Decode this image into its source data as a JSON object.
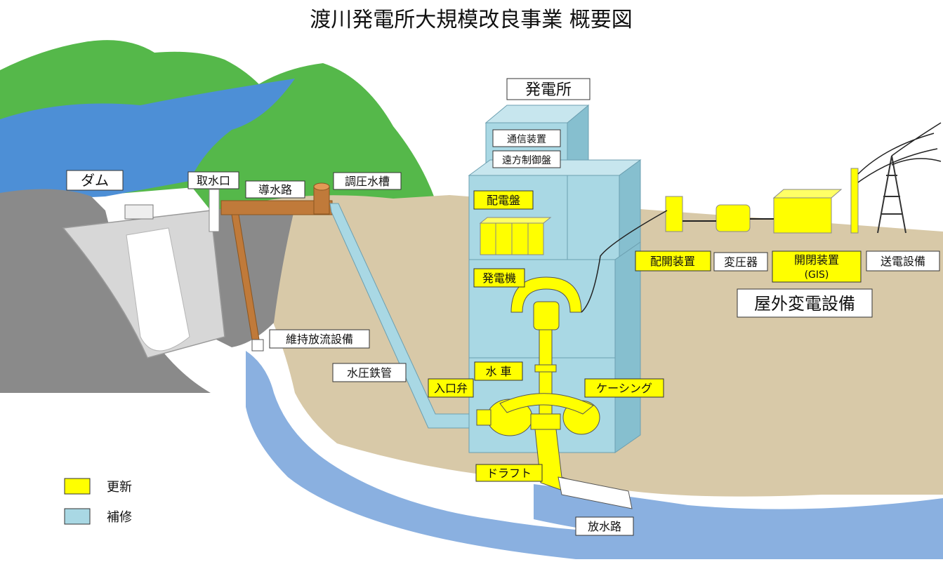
{
  "title": "渡川発電所大規模改良事業 概要図",
  "colors": {
    "update": "#ffff00",
    "repair": "#a9d8e4",
    "water": "#4d8fd6",
    "mountain": "#55b84a",
    "ground": "#d8c9a8",
    "rock": "#8a8a8a",
    "pipe": "#c07a3a",
    "building": "#a9d8e4"
  },
  "labels": {
    "dam": "ダム",
    "intake": "取水口",
    "headrace": "導水路",
    "surge_tank": "調圧水槽",
    "maintenance_discharge": "維持放流設備",
    "penstock": "水圧鉄管",
    "powerhouse": "発電所",
    "comm_equipment": "通信装置",
    "remote_control_panel": "遠方制御盤",
    "switchboard": "配電盤",
    "generator": "発電機",
    "water_turbine": "水 車",
    "inlet_valve": "入口弁",
    "casing": "ケーシング",
    "draft": "ドラフト",
    "tailrace": "放水路",
    "distribution_switchgear": "配開装置",
    "transformer": "変圧器",
    "switchgear_line1": "開閉装置",
    "switchgear_line2": "(GIS)",
    "transmission": "送電設備",
    "outdoor_substation": "屋外変電設備"
  },
  "legend": [
    {
      "label": "更新",
      "color": "#ffff00"
    },
    {
      "label": "補修",
      "color": "#a9d8e4"
    }
  ]
}
